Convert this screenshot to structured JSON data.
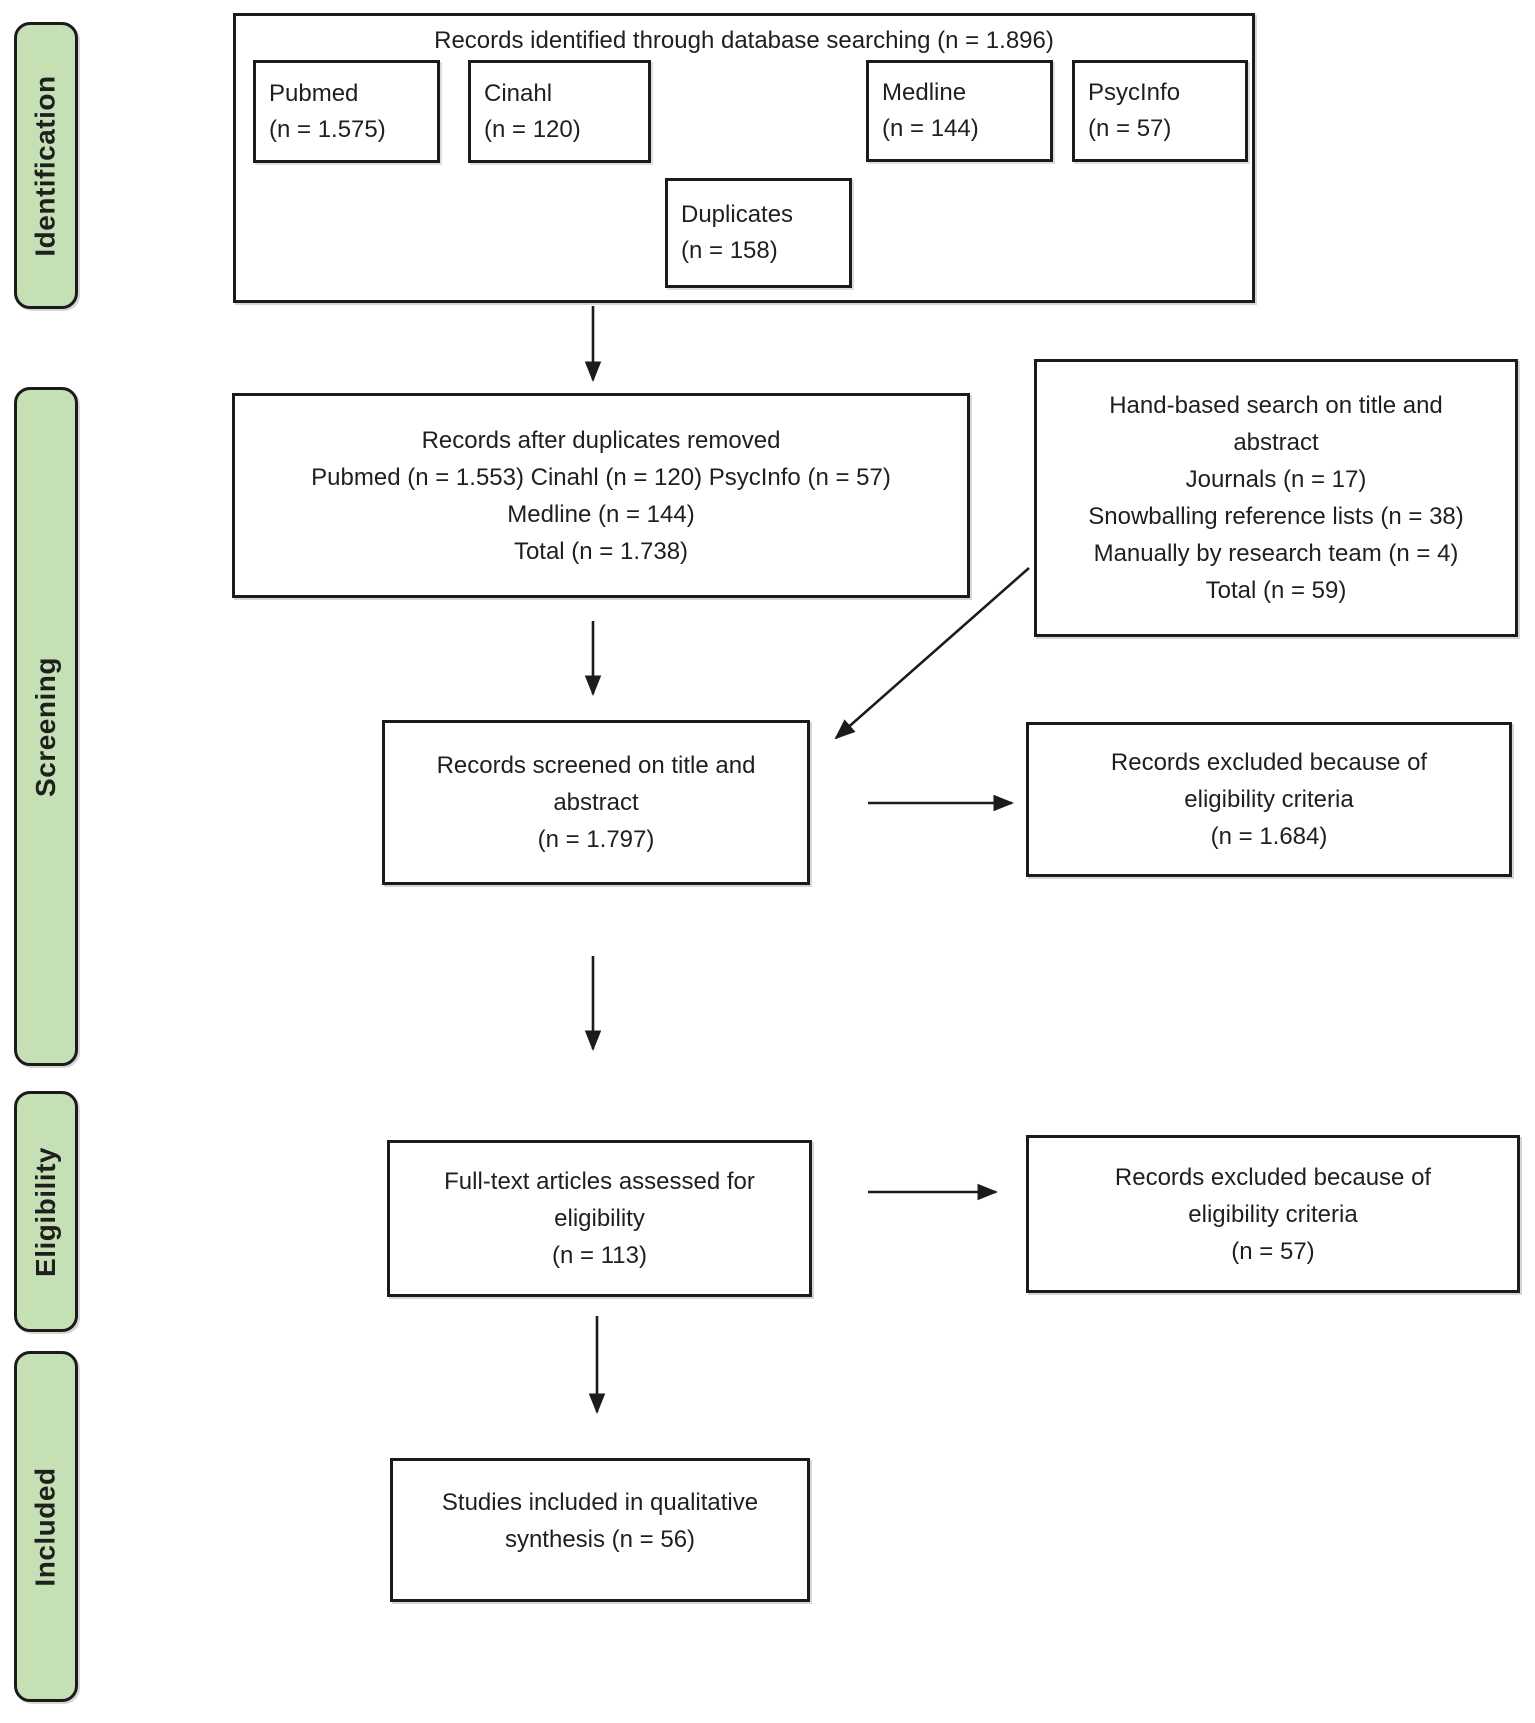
{
  "colors": {
    "stage_fill": "#c5e0b4",
    "stage_border": "#1b1b1b",
    "box_border": "#1b1b1b",
    "arrow": "#1b1b1b",
    "text": "#1f1f1f",
    "background": "#ffffff"
  },
  "stages": [
    {
      "label": "Identification"
    },
    {
      "label": "Screening"
    },
    {
      "label": "Eligibility"
    },
    {
      "label": "Included"
    }
  ],
  "identified": {
    "title": "Records identified through database searching (n = 1.896)"
  },
  "sources": [
    {
      "name": "Pubmed",
      "count": "(n = 1.575)"
    },
    {
      "name": "Cinahl",
      "count": "(n = 120)"
    },
    {
      "name": "Medline",
      "count": "(n = 144)"
    },
    {
      "name": "PsycInfo",
      "count": "(n = 57)"
    },
    {
      "name": "Duplicates",
      "count": "(n = 158)"
    }
  ],
  "after_duplicates": {
    "lines": [
      "Records after duplicates removed",
      "Pubmed (n = 1.553) Cinahl (n = 120) PsycInfo (n = 57)",
      "Medline (n = 144)",
      "Total (n = 1.738)"
    ]
  },
  "hand_search": {
    "lines": [
      "Hand-based search on title and",
      "abstract",
      "Journals (n = 17)",
      "Snowballing reference lists (n = 38)",
      "Manually by research team (n = 4)",
      "Total (n = 59)"
    ]
  },
  "screened": {
    "lines": [
      "Records screened on title and",
      "abstract",
      "(n = 1.797)"
    ]
  },
  "excluded_screening": {
    "lines": [
      "Records excluded because of",
      "eligibility criteria",
      "(n = 1.684)"
    ]
  },
  "full_text": {
    "lines": [
      "Full-text articles assessed for",
      "eligibility",
      "(n = 113)"
    ]
  },
  "excluded_eligibility": {
    "lines": [
      "Records excluded because of",
      "eligibility criteria",
      "(n = 57)"
    ]
  },
  "included_box": {
    "lines": [
      "Studies included in qualitative",
      "synthesis (n = 56)"
    ]
  }
}
